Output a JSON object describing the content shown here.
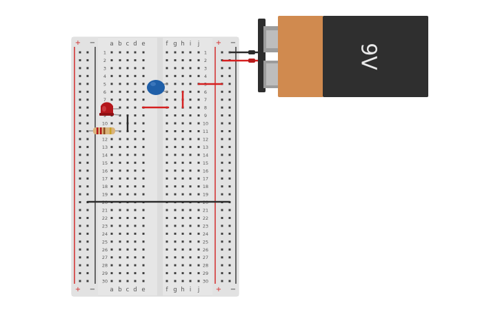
{
  "breadboard": {
    "rail_plus": "+",
    "rail_minus": "−",
    "columns_left": [
      "a",
      "b",
      "c",
      "d",
      "e"
    ],
    "columns_right": [
      "f",
      "g",
      "h",
      "i",
      "j"
    ],
    "rows": [
      "1",
      "2",
      "3",
      "4",
      "5",
      "6",
      "7",
      "8",
      "9",
      "10",
      "11",
      "12",
      "13",
      "14",
      "15",
      "16",
      "17",
      "18",
      "19",
      "20",
      "21",
      "22",
      "23",
      "24",
      "25",
      "26",
      "27",
      "28",
      "29",
      "30"
    ]
  },
  "battery": {
    "label": "9V",
    "colors": {
      "cap": "#d08a4f",
      "body": "#2f2f2f",
      "label": "#e9e9e9"
    }
  },
  "components": {
    "led": {
      "icon": "led-icon",
      "color": "#b3161b"
    },
    "resistor": {
      "icon": "resistor-icon",
      "color": "#d9b37a"
    },
    "capacitor": {
      "icon": "capacitor-icon",
      "color": "#1f5fa8"
    }
  },
  "colors": {
    "board": "#e6e6e6",
    "rail_red": "#d12b2b",
    "rail_dark": "#3a3a3a",
    "hole": "#3d3d3d",
    "wire_red": "#d61f1f",
    "wire_black": "#2b2b2b"
  }
}
